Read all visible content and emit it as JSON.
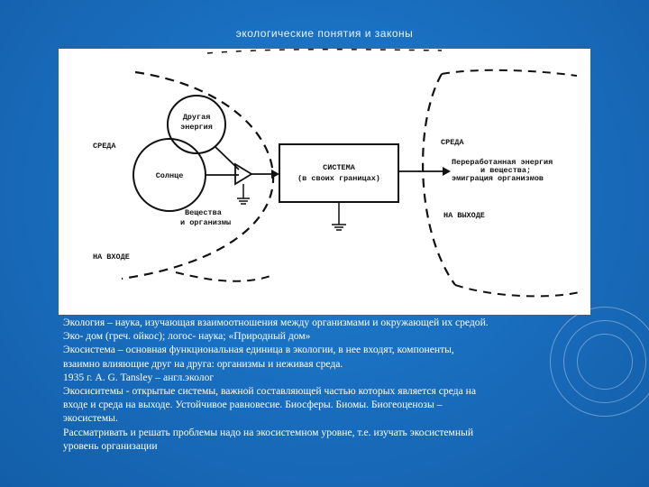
{
  "slide": {
    "title": "экологические понятия и законы"
  },
  "diagram": {
    "left_env": "СРЕДА",
    "right_env": "СРЕДА",
    "other_energy": [
      "Другая",
      "энергия"
    ],
    "sun": "Солнце",
    "system": [
      "СИСТЕМА",
      "(в своих границах)"
    ],
    "substances_in": [
      "Вещества",
      "и организмы"
    ],
    "output_flow": [
      "Переработанная энергия",
      "и вещества;",
      "эмиграция организмов"
    ],
    "output_label": "НА ВЫХОДЕ",
    "input_label": "НА ВХОДЕ"
  },
  "text": {
    "lines": [
      "Экология – наука, изучающая взаимоотношения между организмами и окружающей их средой.",
      "Эко- дом (греч. ойкос); логос- наука; «Природный дом»",
      "Экосистема – основная функциональная единица в экологии, в нее входят, компоненты,",
      "взаимно влияющие друг на друга: организмы и неживая среда.",
      "1935 г. A. G. Tansley – англ.эколог",
      "Экосиситемы - открытые системы, важной составляющей частью которых является среда на",
      "входе и среда на выходе. Устойчивое равновесие. Биосферы. Биомы. Биогеоценозы –",
      "экосистемы.",
      "Рассматривать и решать проблемы надо на экосистемном уровне, т.е. изучать экосистемный",
      "уровень организации"
    ]
  }
}
